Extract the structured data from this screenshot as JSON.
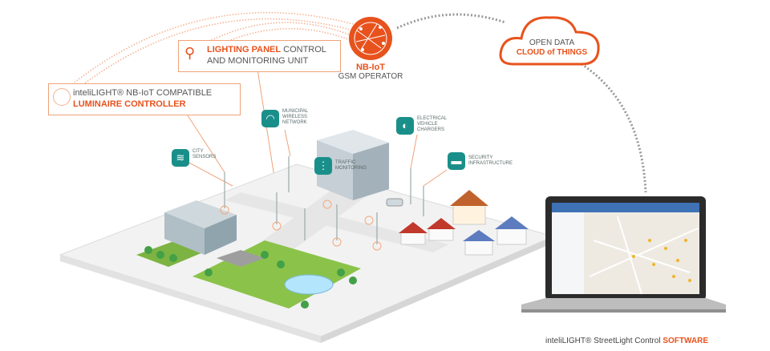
{
  "callouts": {
    "luminaire": {
      "line1": "inteliLIGHT® NB-IoT COMPATIBLE",
      "line2": "LUMINAIRE CONTROLLER"
    },
    "panel": {
      "line1_strong": "LIGHTING PANEL",
      "line1_rest": " CONTROL",
      "line2": "AND MONITORING UNIT"
    }
  },
  "operator": {
    "title": "NB-IoT",
    "subtitle": "GSM OPERATOR"
  },
  "cloud": {
    "line1": "OPEN DATA",
    "line2": "CLOUD of THINGS"
  },
  "city_labels": {
    "city_sensors": [
      "CITY",
      "SENSORS"
    ],
    "wireless": [
      "MUNICIPAL",
      "WIRELESS",
      "NETWORK"
    ],
    "ev": [
      "ELECTRICAL",
      "VEHICLE",
      "CHARGERS"
    ],
    "traffic": [
      "TRAFFIC",
      "MONITORING"
    ],
    "security": [
      "SECURITY",
      "INFRASTRUCTURE"
    ]
  },
  "software": {
    "prefix": "inteliLIGHT® StreetLight Control ",
    "strong": "SOFTWARE"
  },
  "colors": {
    "accent": "#e8521d",
    "teal": "#1a8f8a",
    "ground": "#f2f2f2",
    "grass": "#4caf50"
  },
  "icons": {
    "city_sensors": "sensor-icon",
    "wireless": "wifi-icon",
    "ev": "car-icon",
    "traffic": "traffic-light-icon",
    "security": "camera-icon"
  }
}
